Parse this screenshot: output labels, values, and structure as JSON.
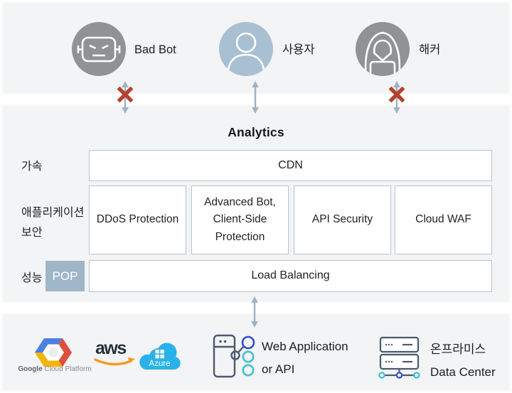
{
  "colors": {
    "band_bg": "#f3f4f5",
    "box_border": "#b6c4cf",
    "badge_bg": "#9fb5c8",
    "arrow": "#9cb3c4",
    "block_x_red": "#b5422b",
    "actor_gray": "#909295",
    "actor_blue": "#a9bfd2",
    "icon_stroke": "#4a5a70",
    "node_blue": "#3351cc",
    "node_teal": "#3ec1cf",
    "aws_dark": "#252f3e",
    "aws_orange": "#f7981f",
    "azure_blue": "#28b2e9",
    "gcp_blue": "#4a7fe8",
    "gcp_red": "#dd4f3e",
    "gcp_yellow": "#f4b400"
  },
  "actors": [
    {
      "label": "Bad Bot",
      "blocked": true
    },
    {
      "label": "사용자",
      "blocked": false
    },
    {
      "label": "해커",
      "blocked": true
    }
  ],
  "platform": {
    "title": "Analytics",
    "acceleration_label": "가속",
    "cdn_box": "CDN",
    "security_label": "애플리케이션 보안",
    "security_boxes": [
      "DDoS Protection",
      "Advanced Bot, Client-Side Protection",
      "API Security",
      "Cloud WAF"
    ],
    "performance_label": "성능",
    "pop_badge": "POP",
    "load_balancing_box": "Load Balancing"
  },
  "origins": {
    "gcp_label_part1": "Google",
    "gcp_label_part2": "Cloud Platform",
    "aws_text": "aws",
    "azure_text": "Azure",
    "web_app_label": "Web Application or API",
    "datacenter_label": "온프라미스 Data Center"
  }
}
